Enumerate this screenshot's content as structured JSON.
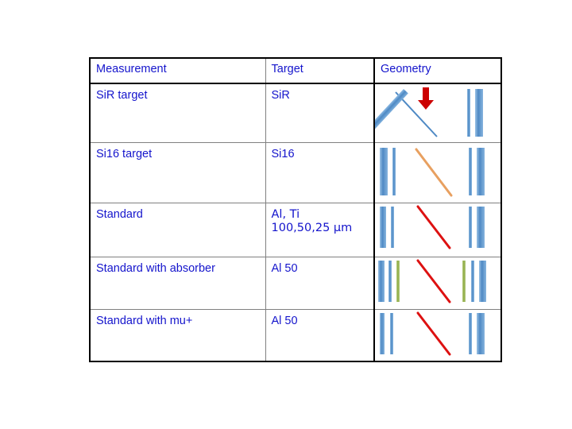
{
  "table": {
    "headers": [
      {
        "label": "Measurement"
      },
      {
        "label": "Target"
      },
      {
        "label": "Geometry"
      }
    ],
    "rows": [
      {
        "measurement": "SiR target",
        "target": "SiR",
        "geometry": {
          "name": "sir-target-geometry",
          "left_bars": [],
          "right_bars": [
            {
              "color": "#5B9BD5",
              "width": "thin"
            },
            {
              "color": "#5B9BD5",
              "width": "wide"
            }
          ],
          "diagonal": {
            "color": "#5B9BD5",
            "style": "thick-bar"
          },
          "arrow": {
            "color": "#CC0000",
            "direction": "down"
          }
        }
      },
      {
        "measurement": "Si16 target",
        "target": "Si16",
        "geometry": {
          "name": "si16-target-geometry",
          "left_bars": [
            {
              "color": "#5B9BD5",
              "width": "wide"
            },
            {
              "color": "#5B9BD5",
              "width": "thin"
            }
          ],
          "right_bars": [
            {
              "color": "#5B9BD5",
              "width": "thin"
            },
            {
              "color": "#5B9BD5",
              "width": "wide"
            }
          ],
          "diagonal": {
            "color": "#E8A060",
            "style": "thin-line"
          },
          "arrow": null
        }
      },
      {
        "measurement": "Standard",
        "target": "Al, Ti\n100,50,25 μm",
        "geometry": {
          "name": "standard-geometry",
          "left_bars": [
            {
              "color": "#5B9BD5",
              "width": "wide"
            },
            {
              "color": "#5B9BD5",
              "width": "thin"
            }
          ],
          "right_bars": [
            {
              "color": "#5B9BD5",
              "width": "thin"
            },
            {
              "color": "#5B9BD5",
              "width": "wide"
            }
          ],
          "diagonal": {
            "color": "#DD1111",
            "style": "thin-line"
          },
          "arrow": null
        }
      },
      {
        "measurement": "Standard with absorber",
        "target": "Al 50",
        "geometry": {
          "name": "standard-absorber-geometry",
          "left_bars": [
            {
              "color": "#5B9BD5",
              "width": "wide"
            },
            {
              "color": "#5B9BD5",
              "width": "thin"
            },
            {
              "color": "#94B04A",
              "width": "thin"
            }
          ],
          "right_bars": [
            {
              "color": "#94B04A",
              "width": "thin"
            },
            {
              "color": "#5B9BD5",
              "width": "thin"
            },
            {
              "color": "#5B9BD5",
              "width": "wide"
            }
          ],
          "diagonal": {
            "color": "#DD1111",
            "style": "thin-line"
          },
          "arrow": null
        }
      },
      {
        "measurement": "Standard with mu+",
        "target": "Al 50",
        "geometry": {
          "name": "standard-mu-geometry",
          "left_bars": [
            {
              "color": "#5B9BD5",
              "width": "thin"
            },
            {
              "color": "#5B9BD5",
              "width": "thin"
            }
          ],
          "right_bars": [
            {
              "color": "#5B9BD5",
              "width": "thin"
            },
            {
              "color": "#5B9BD5",
              "width": "wide"
            }
          ],
          "diagonal": {
            "color": "#DD1111",
            "style": "thin-line"
          },
          "arrow": null
        }
      }
    ]
  },
  "colors": {
    "text_blue": "#1414CC",
    "bar_blue": "#5B9BD5",
    "bar_green": "#94B04A",
    "diagonal_red": "#DD1111",
    "diagonal_orange": "#E8A060",
    "arrow_red": "#CC0000",
    "table_border": "#000000",
    "grid_line": "#808080",
    "background": "#FFFFFF"
  }
}
